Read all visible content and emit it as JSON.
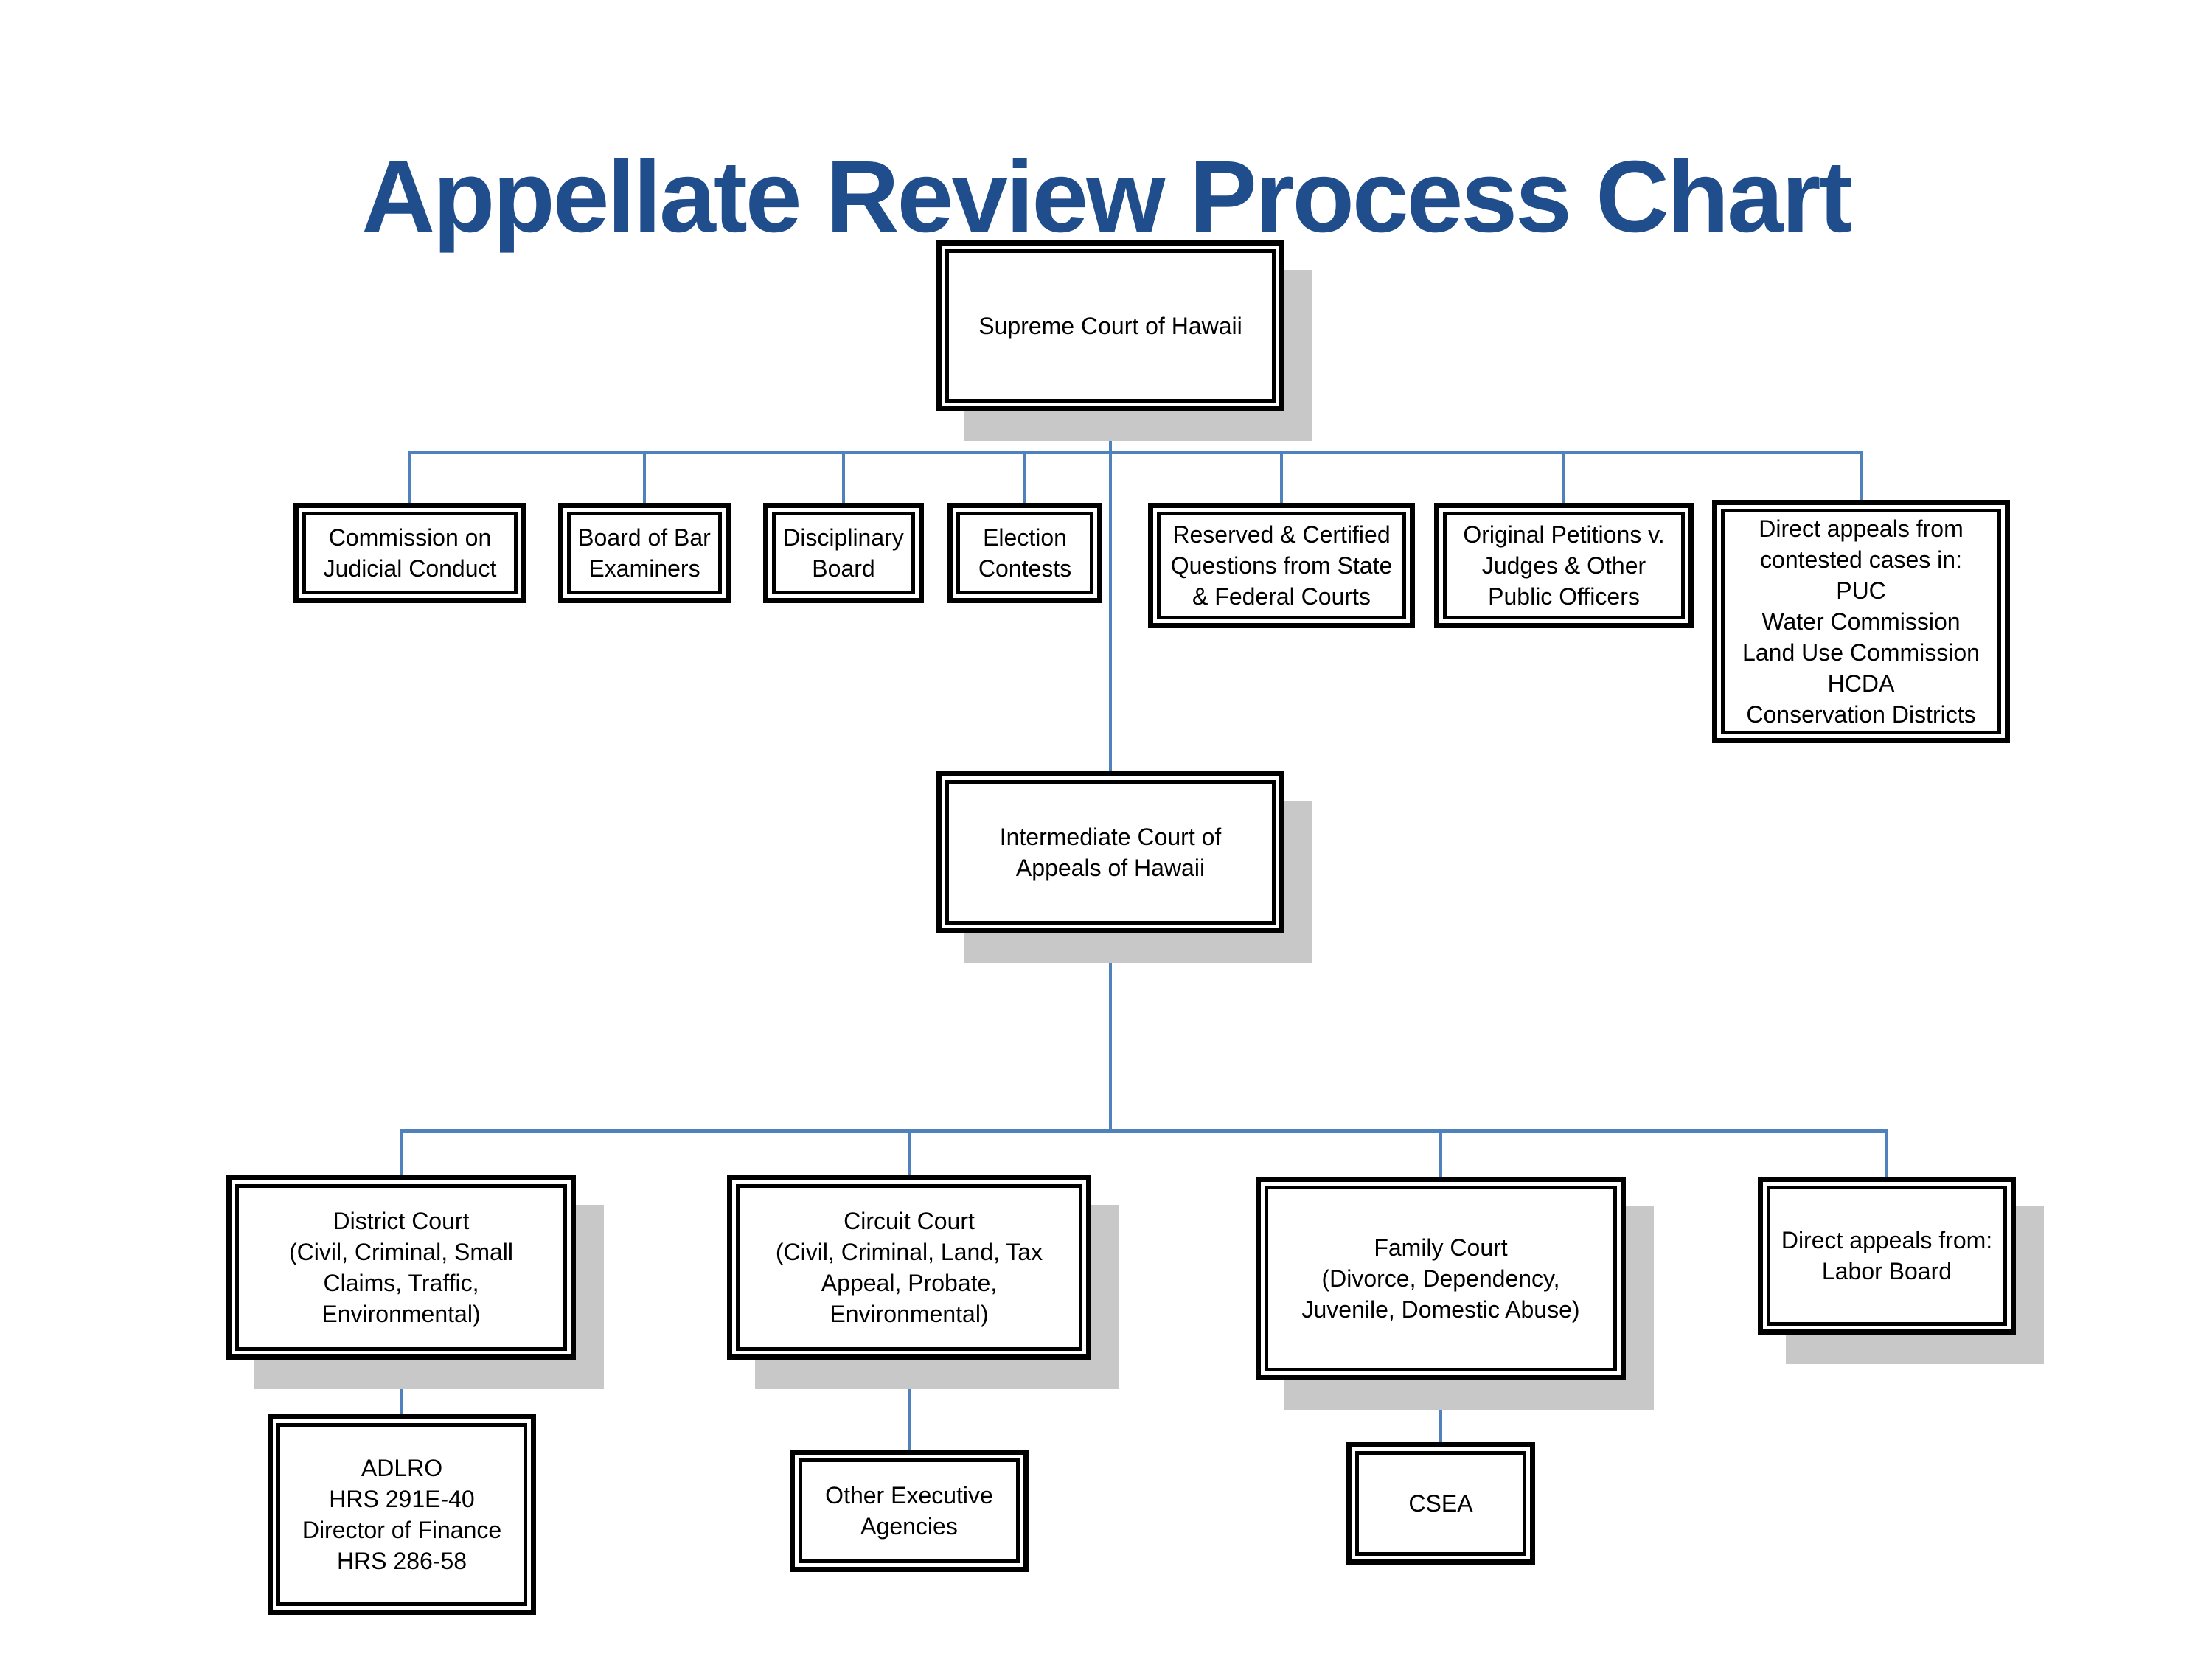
{
  "title": "Appellate Review Process Chart",
  "colors": {
    "title": "#204E8C",
    "connector": "#4F81BD",
    "box-border": "#000000",
    "box-bg": "#FFFFFF",
    "shadow": "#C8C8C8",
    "text": "#000000",
    "page-bg": "#FFFFFF"
  },
  "nodes": {
    "supreme_court": "Supreme Court of Hawaii",
    "commission_judicial_conduct": "Commission on\nJudicial Conduct",
    "board_bar_examiners": "Board of Bar\nExaminers",
    "disciplinary_board": "Disciplinary\nBoard",
    "election_contests": "Election\nContests",
    "reserved_certified": "Reserved & Certified\nQuestions from State\n& Federal Courts",
    "original_petitions": "Original Petitions v.\nJudges & Other\nPublic Officers",
    "direct_appeals_agencies": "Direct appeals from\ncontested cases in:\nPUC\nWater Commission\nLand Use Commission\nHCDA\nConservation Districts",
    "intermediate_court": "Intermediate Court of\nAppeals of Hawaii",
    "district_court": "District Court\n(Civil, Criminal, Small\nClaims, Traffic,\nEnvironmental)",
    "circuit_court": "Circuit Court\n(Civil, Criminal, Land, Tax\nAppeal, Probate,\nEnvironmental)",
    "family_court": "Family Court\n(Divorce, Dependency,\nJuvenile, Domestic Abuse)",
    "labor_board": "Direct appeals from:\nLabor Board",
    "adlro": "ADLRO\nHRS 291E-40\nDirector of Finance\nHRS 286-58",
    "other_executive_agencies": "Other Executive\nAgencies",
    "csea": "CSEA"
  }
}
